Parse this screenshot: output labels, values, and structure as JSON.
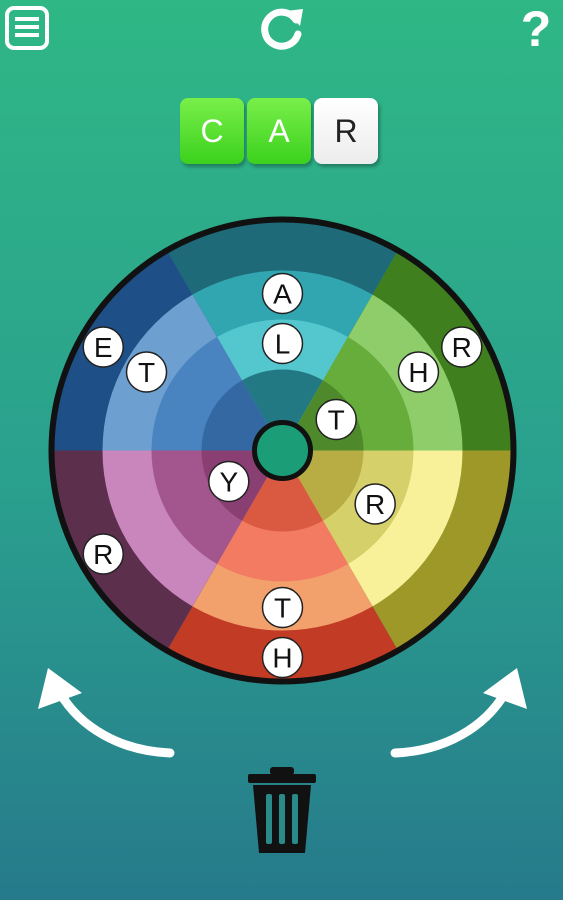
{
  "toolbar": {
    "menu_icon": "menu-icon",
    "refresh_icon": "refresh-icon",
    "help_icon": "help-icon",
    "help_label": "?"
  },
  "word": {
    "tiles": [
      {
        "letter": "C",
        "state": "matched",
        "color": "#4ad92a"
      },
      {
        "letter": "A",
        "state": "matched",
        "color": "#4ad92a"
      },
      {
        "letter": "R",
        "state": "current",
        "color": "#ffffff"
      }
    ]
  },
  "wheel": {
    "colors": {
      "top": [
        "#1e6a78",
        "#31a6b1",
        "#54c6cd",
        "#237983"
      ],
      "upper_right": [
        "#3f7f1d",
        "#8fcd6a",
        "#67ad3b",
        "#4e8a2c"
      ],
      "lower_right": [
        "#9e9829",
        "#f8f199",
        "#d6d06a",
        "#b8ad45"
      ],
      "bottom": [
        "#c23b24",
        "#f2a06c",
        "#f27b62",
        "#d95a40"
      ],
      "lower_left": [
        "#5c2f4c",
        "#c886bd",
        "#a3558e",
        "#8a3f72"
      ],
      "upper_left": [
        "#1e4f86",
        "#6da0d0",
        "#4a84c0",
        "#3368a3"
      ]
    },
    "letters": [
      {
        "letter": "A",
        "sector": "top",
        "ring": "outer"
      },
      {
        "letter": "L",
        "sector": "top",
        "ring": "middle"
      },
      {
        "letter": "R",
        "sector": "upper_right",
        "ring": "rim"
      },
      {
        "letter": "H",
        "sector": "upper_right",
        "ring": "outer"
      },
      {
        "letter": "T",
        "sector": "upper_right",
        "ring": "inner"
      },
      {
        "letter": "R",
        "sector": "lower_right",
        "ring": "middle"
      },
      {
        "letter": "T",
        "sector": "bottom",
        "ring": "outer"
      },
      {
        "letter": "H",
        "sector": "bottom",
        "ring": "rim"
      },
      {
        "letter": "R",
        "sector": "lower_left",
        "ring": "rim"
      },
      {
        "letter": "Y",
        "sector": "lower_left",
        "ring": "inner"
      },
      {
        "letter": "E",
        "sector": "upper_left",
        "ring": "rim"
      },
      {
        "letter": "T",
        "sector": "upper_left",
        "ring": "outer"
      }
    ]
  },
  "controls": {
    "rotate_left_icon": "rotate-left-arrow-icon",
    "rotate_right_icon": "rotate-right-arrow-icon",
    "trash_icon": "trash-icon"
  }
}
